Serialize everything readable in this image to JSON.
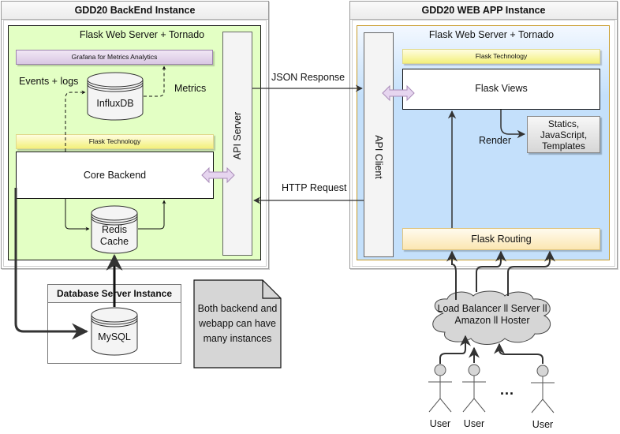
{
  "backend": {
    "title": "GDD20 BackEnd Instance",
    "server_title": "Flask Web Server + Tornado",
    "grafana": "Grafana for Metrics Analytics",
    "events_label": "Events + logs",
    "metrics_label": "Metrics",
    "influxdb": "InfluxDB",
    "flask_tech": "Flask Technology",
    "core_backend": "Core Backend",
    "redis_line1": "Redis",
    "redis_line2": "Cache",
    "api_server": "API Server"
  },
  "webapp": {
    "title": "GDD20 WEB APP Instance",
    "server_title": "Flask Web Server + Tornado",
    "flask_tech": "Flask Technology",
    "flask_views": "Flask Views",
    "api_client": "API Client",
    "render_label": "Render",
    "statics_lines": [
      "Statics,",
      "JavaScript,",
      "Templates"
    ],
    "flask_routing": "Flask Routing"
  },
  "connections": {
    "json_response": "JSON Response",
    "http_request": "HTTP Request"
  },
  "database": {
    "title": "Database Server Instance",
    "mysql": "MySQL"
  },
  "note": {
    "lines": [
      "Both backend and",
      "webapp can have",
      "many instances"
    ]
  },
  "cloud": {
    "line1": "Load Balancer ll Server ll",
    "line2": "Amazon ll Hoster"
  },
  "users": {
    "labels": [
      "User",
      "User",
      "User"
    ],
    "ellipsis": "..."
  },
  "colors": {
    "backend_fill": "#e3ffc4",
    "webapp_fill": "#c4e0fb",
    "flask_tech_fill": "#f3f07c",
    "grafana_fill": "#d9c7e3",
    "double_arrow": "#e6d5ef",
    "note_fill": "#d6d6d6"
  }
}
